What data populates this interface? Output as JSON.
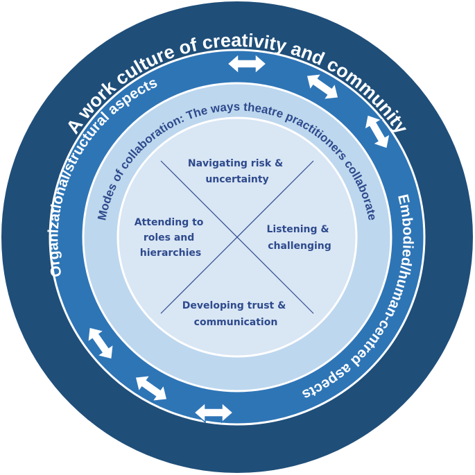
{
  "colors": {
    "outer_ring": "#1f4e79",
    "middle_ring": "#2e75b6",
    "inner_ring": "#bdd7ee",
    "center": "#d9e6f4",
    "ring_text": "#ffffff",
    "center_text": "#2e4a8c",
    "divider": "#2e4a8c",
    "arrow_fill": "#ffffff",
    "arrow_stroke": "#2e75b6"
  },
  "outer_ring": {
    "text": "A work culture of creativity and community"
  },
  "middle_ring": {
    "left_text": "Organizational/structural aspects",
    "right_text": "Embodied/human-centred aspects"
  },
  "inner_ring": {
    "text": "Modes of collaboration: The ways theatre practitioners collaborate"
  },
  "quadrants": {
    "top": [
      "Navigating risk &",
      "uncertainty"
    ],
    "left": [
      "Attending to",
      "roles and",
      "hierarchies"
    ],
    "right": [
      "Listening &",
      "challenging"
    ],
    "bottom": [
      "Developing trust &",
      "communication"
    ]
  },
  "icons": {
    "arrow": "double-arrow-icon"
  }
}
